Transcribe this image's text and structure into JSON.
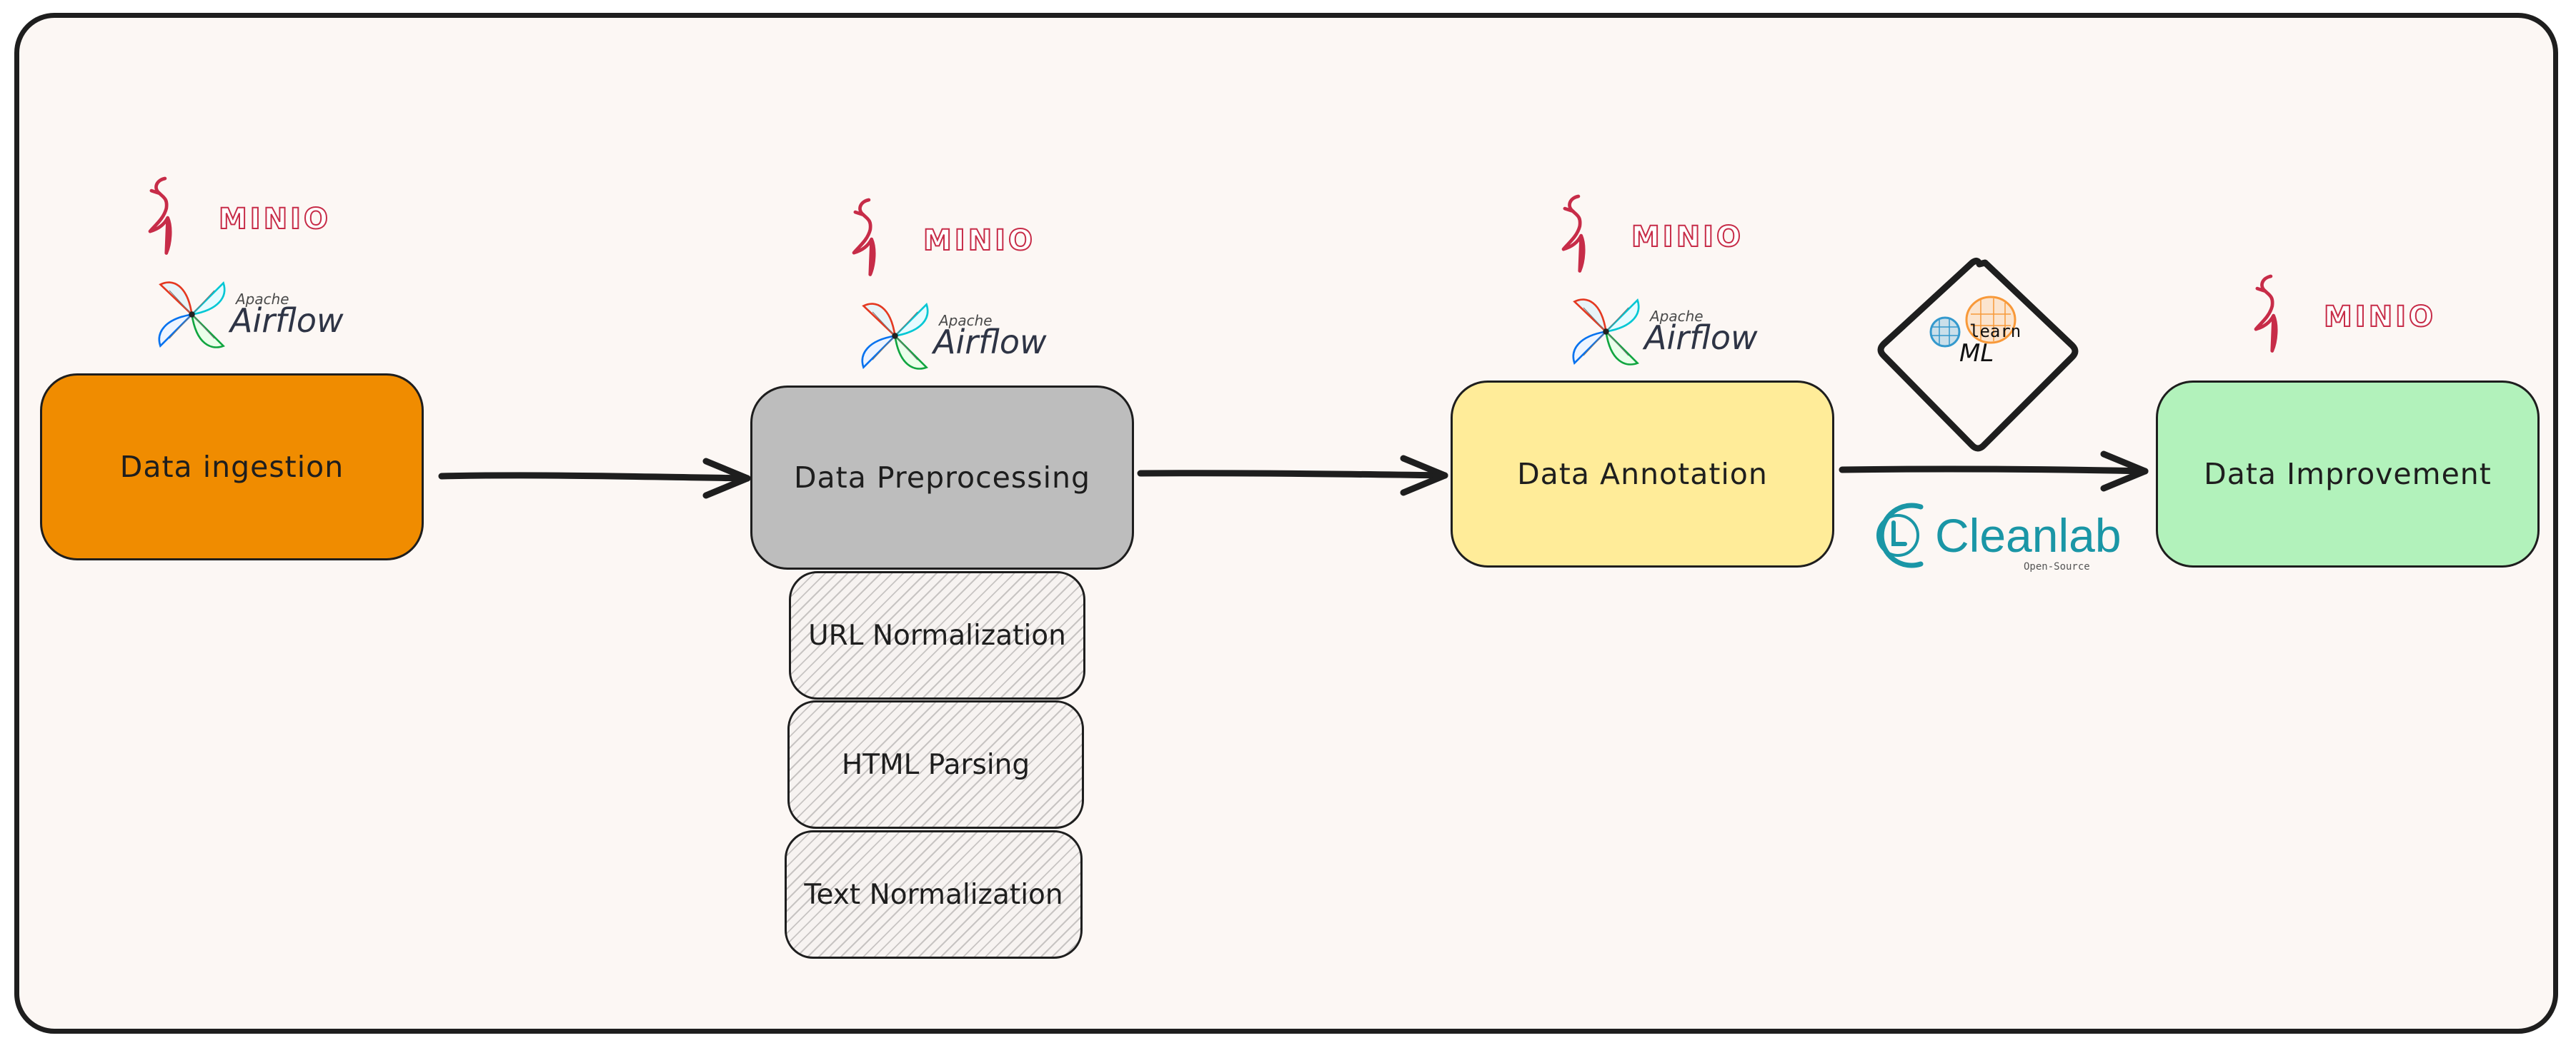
{
  "nodes": {
    "ingestion": "Data ingestion",
    "preprocessing": "Data Preprocessing",
    "annotation": "Data Annotation",
    "improvement": "Data Improvement"
  },
  "preprocessing_steps": {
    "url": "URL Normalization",
    "html": "HTML Parsing",
    "text": "Text Normalization"
  },
  "logos": {
    "minio": "MINIO",
    "apache": "Apache",
    "airflow": "Airflow",
    "cleanlab": "Cleanlab",
    "cleanlab_tag": "Open-Source",
    "sklearn_learn": "learn",
    "sklearn_ml": "ML"
  },
  "colors": {
    "ingestion": "#f08c00",
    "preprocessing": "#bdbdbd",
    "annotation": "#ffec99",
    "improvement": "#b2f2bb",
    "minio": "#c72c48",
    "cleanlab": "#1a96a6"
  }
}
